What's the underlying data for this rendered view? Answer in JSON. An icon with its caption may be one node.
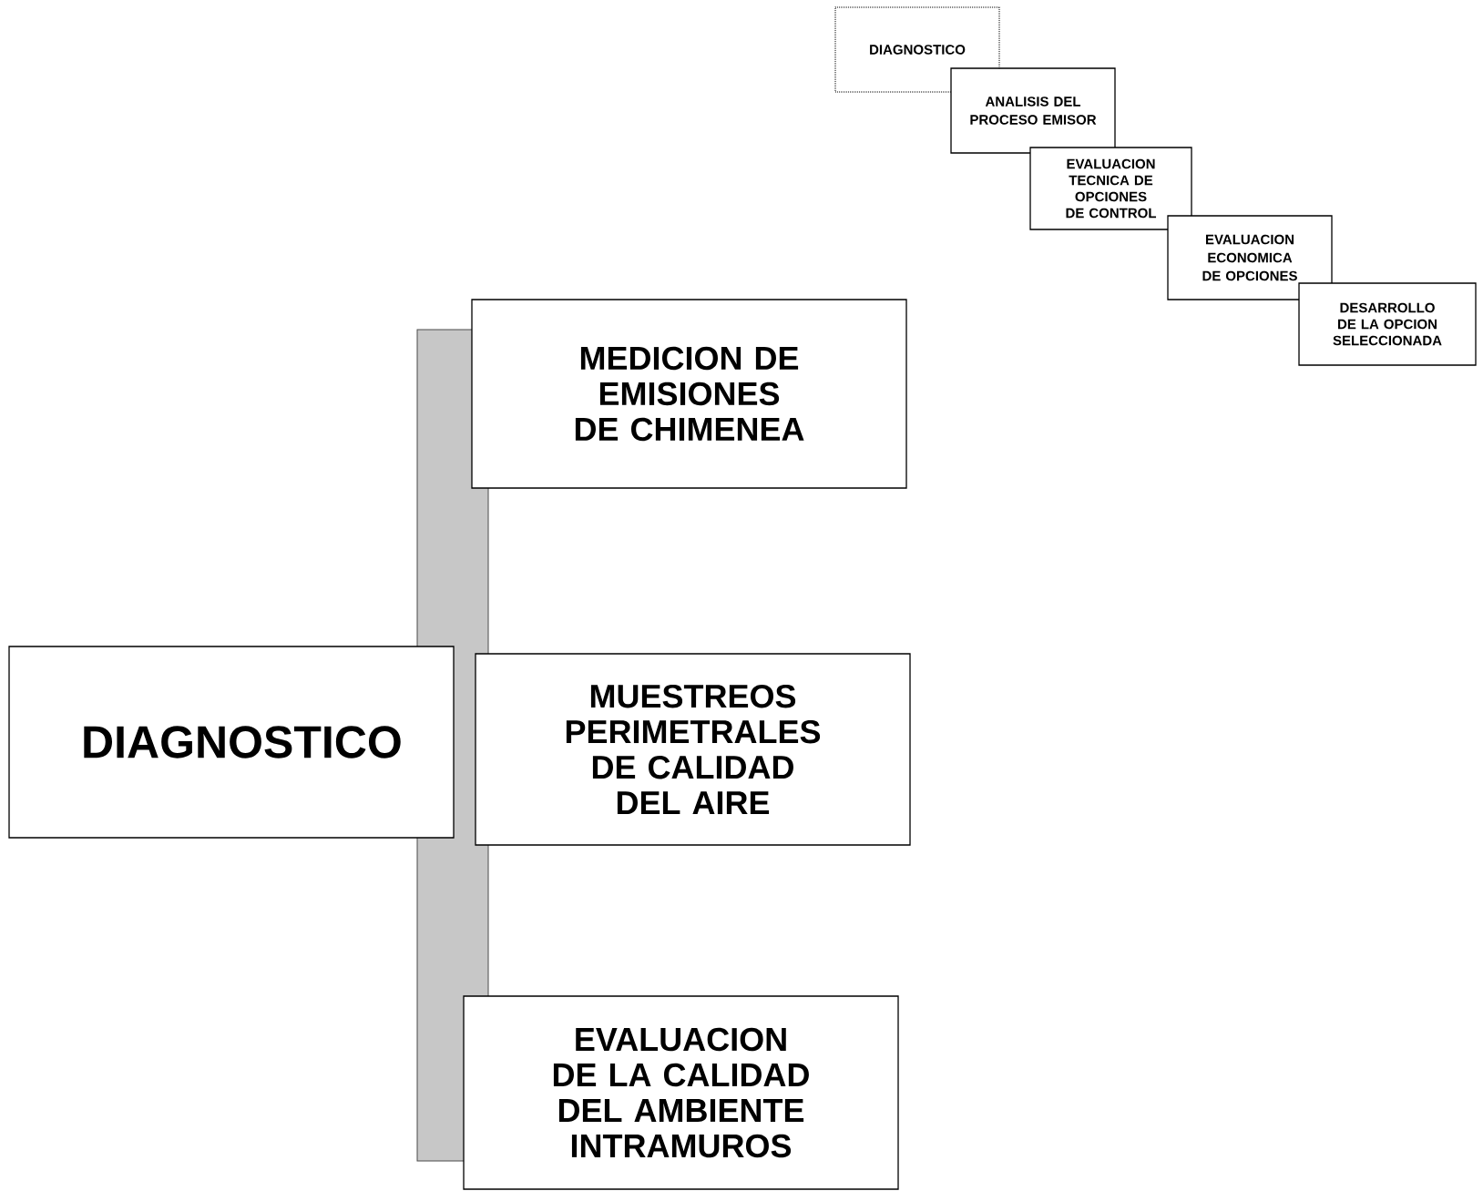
{
  "diagram": {
    "nodes": [
      {
        "text": [
          "DIAGNOSTICO"
        ]
      },
      {
        "text": [
          "ANALISIS DEL PROCESO EMISOR"
        ]
      },
      {
        "text": [
          "EVALUACION TECNICA DE OPCIONES DE CONTROL"
        ]
      },
      {
        "text": [
          "EVALUACION ECONOMICA DE OPCIONES"
        ]
      },
      {
        "text": [
          "DESARROLLO DE LA OPCION SELECCIONADA"
        ]
      },
      {
        "text": [],
        "shape": "bar"
      },
      {
        "text": [
          "DIAGNOSTICO"
        ]
      },
      {
        "text": [
          "MEDICION DE EMISIONES DE CHIMENEA"
        ]
      },
      {
        "text": [
          "MUESTREOS PERIMETRALES DE CALIDAD DEL AIRE"
        ]
      },
      {
        "text": [
          "EVALUACION DE LA CALIDAD DEL AMBIENTE INTRAMUROS"
        ]
      }
    ]
  }
}
